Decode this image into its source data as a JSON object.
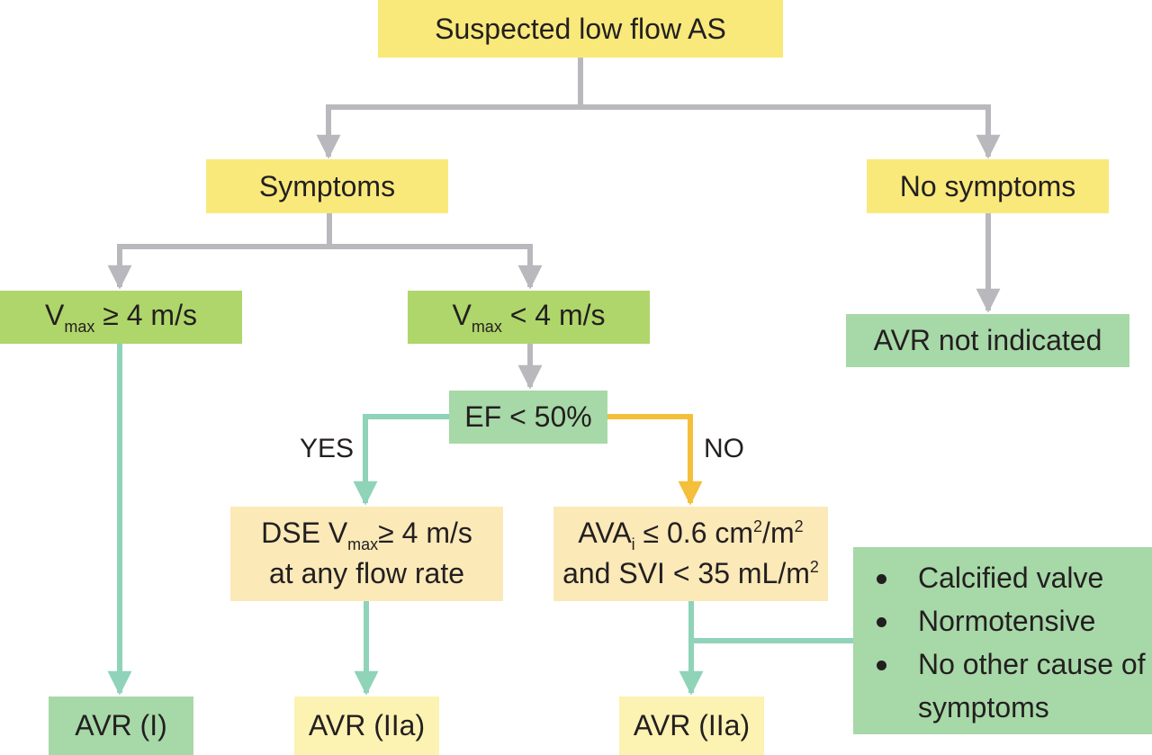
{
  "colors": {
    "yellow": "#f9e97b",
    "green_dark": "#afd66a",
    "green_mid": "#a7d8a7",
    "cream": "#fbe9b8",
    "cream_light": "#fcf2b2",
    "arrow_gray": "#b9b9bd",
    "arrow_teal": "#8fd3b8",
    "arrow_orange": "#f4bf3a"
  },
  "nodes": {
    "root": "Suspected low flow AS",
    "symptoms": "Symptoms",
    "no_symptoms": "No symptoms",
    "vmax_ge": {
      "v": "V",
      "sub": "max",
      "rest": "≥ 4 m/s"
    },
    "vmax_lt": {
      "v": "V",
      "sub": "max",
      "rest": "< 4 m/s"
    },
    "avr_not_indicated": "AVR not indicated",
    "ef": "EF < 50%",
    "dse": {
      "line1_a": "DSE V",
      "line1_sub": "max",
      "line1_b": "≥ 4 m/s",
      "line2": "at any flow rate"
    },
    "ava": {
      "line1_a": "AVA",
      "line1_sub": "i",
      "line1_b": " ≤ 0.6 cm",
      "line1_sup1": "2",
      "line1_c": "/m",
      "line1_sup2": "2",
      "line2_a": "and SVI < 35 mL/m",
      "line2_sup": "2"
    },
    "avr_i": "AVR (I)",
    "avr_iia_left": "AVR (IIa)",
    "avr_iia_right": "AVR (IIa)"
  },
  "labels": {
    "yes": "YES",
    "no": "NO"
  },
  "criteria": [
    "Calcified valve",
    "Normotensive",
    "No other cause of symptoms"
  ]
}
